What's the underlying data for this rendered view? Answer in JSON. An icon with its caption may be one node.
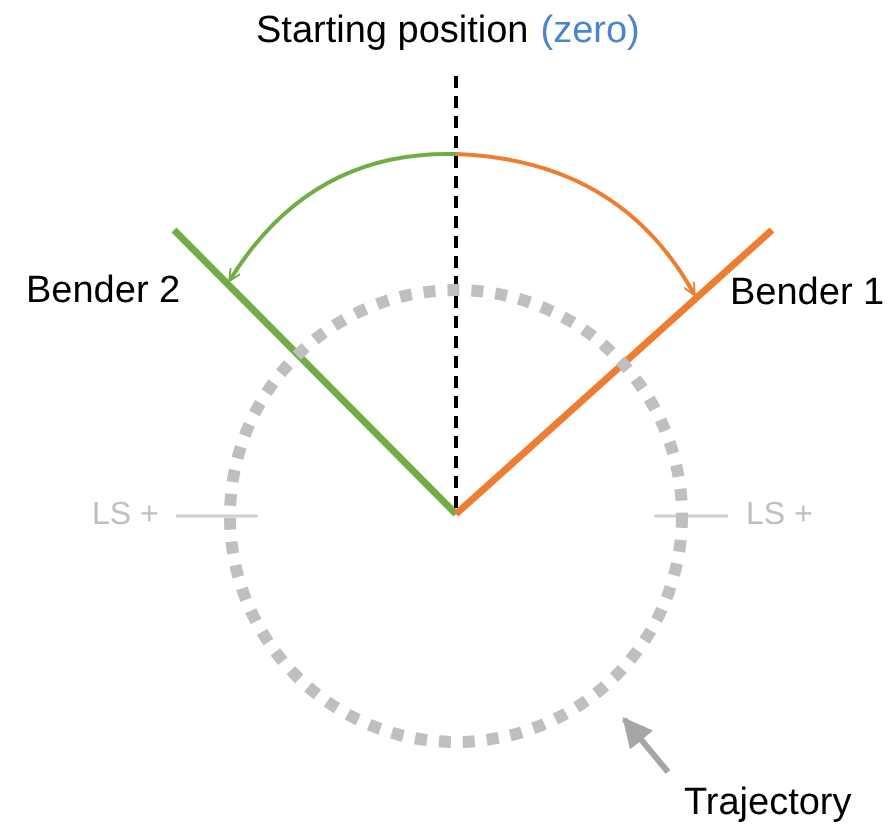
{
  "diagram": {
    "nodes": [
      {
        "text": [],
        "shape": "circle"
      },
      {
        "text": [
          "LS +"
        ]
      },
      {
        "text": [
          "LS +"
        ]
      },
      {
        "text": [
          "Trajectory"
        ]
      }
    ],
    "edges": [
      {
        "from": 1,
        "to": 0,
        "arrow": "none"
      },
      {
        "from": 2,
        "to": 0,
        "arrow": "none"
      },
      {
        "from": 3,
        "to": 0,
        "arrow": "to",
        "style": "thick",
        "color": "#a6a6a6"
      }
    ],
    "labels": [
      "Starting position",
      "(zero)",
      "Bender 2",
      "Bender 1"
    ]
  }
}
